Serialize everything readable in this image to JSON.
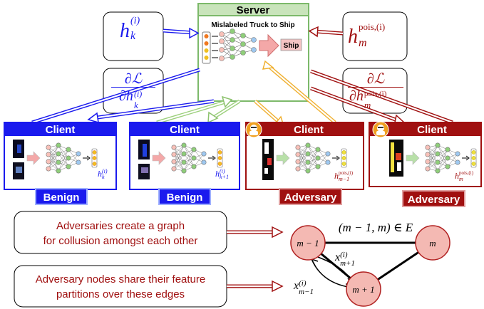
{
  "server": {
    "title": "Server",
    "subtitle": "Mislabeled Truck to Ship",
    "output_label": "Ship"
  },
  "math": {
    "h": "h",
    "k_sub": "k",
    "i_sup": "(i)",
    "m_sub": "m",
    "pois_sup": "pois,(i)",
    "partial_L": "∂ℒ",
    "partial_h": "∂h",
    "k1_sub": "k+1",
    "m_minus_1_sub": "m−1"
  },
  "clients": [
    {
      "title": "Client",
      "role": "Benign",
      "h_label": "h",
      "sub": "k",
      "sup": "(i)",
      "color": "#1a1aee"
    },
    {
      "title": "Client",
      "role": "Benign",
      "h_label": "h",
      "sub": "k+1",
      "sup": "(i)",
      "color": "#1a1aee"
    },
    {
      "title": "Client",
      "role": "Adversary",
      "h_label": "h",
      "sub": "m−1",
      "sup": "pois,(i)",
      "color": "#a01010"
    },
    {
      "title": "Client",
      "role": "Adversary",
      "h_label": "h",
      "sub": "m",
      "sup": "pois,(i)",
      "color": "#a01010"
    }
  ],
  "notes": [
    {
      "text_line1": "Adversaries create a graph",
      "text_line2": "for collusion amongst each other"
    },
    {
      "text_line1": "Adversary nodes share their feature",
      "text_line2": "partitions over these edges"
    }
  ],
  "graph": {
    "edge_label": "(m − 1, m) ∈ E",
    "nodes": [
      "m − 1",
      "m",
      "m + 1"
    ],
    "edge_labels": [
      {
        "base": "x",
        "sup": "(i)",
        "sub": "m+1"
      },
      {
        "base": "x",
        "sup": "(i)",
        "sub": "m−1"
      }
    ]
  },
  "colors": {
    "benign": "#1a1aee",
    "adversary": "#a01010",
    "server_green": "#7cb96a",
    "arrow_green": "#9dd07d",
    "arrow_yellow": "#f0b030",
    "node_fill": "#f4b9b3",
    "node_stroke": "#b02020"
  }
}
